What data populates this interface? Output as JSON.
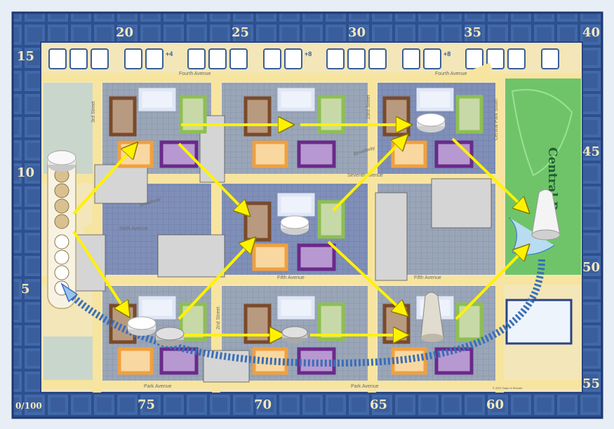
{
  "score_track": {
    "top_numbers": [
      "20",
      "25",
      "30",
      "35",
      "40"
    ],
    "right_numbers": [
      "45",
      "50",
      "55"
    ],
    "bottom_numbers": [
      "75",
      "70",
      "65",
      "60"
    ],
    "left_numbers": [
      "15",
      "10",
      "5",
      "0/100"
    ]
  },
  "bonus_labels": [
    "+4",
    "+8",
    "+8"
  ],
  "streets": {
    "top": "Fourth Avenue",
    "broadway": "Broadway",
    "seventh": "Seventh Avenue",
    "sixth": "Sixth Avenue",
    "fifth": "Fifth Avenue",
    "park": "Park Avenue",
    "west_a": "3rd Street",
    "west_b": "2nd Street",
    "mid_street": "23rd Street",
    "central_park_south": "Central Park South"
  },
  "central_park_label": "Central Park",
  "copyright": "© 2007 Days of Wonder"
}
